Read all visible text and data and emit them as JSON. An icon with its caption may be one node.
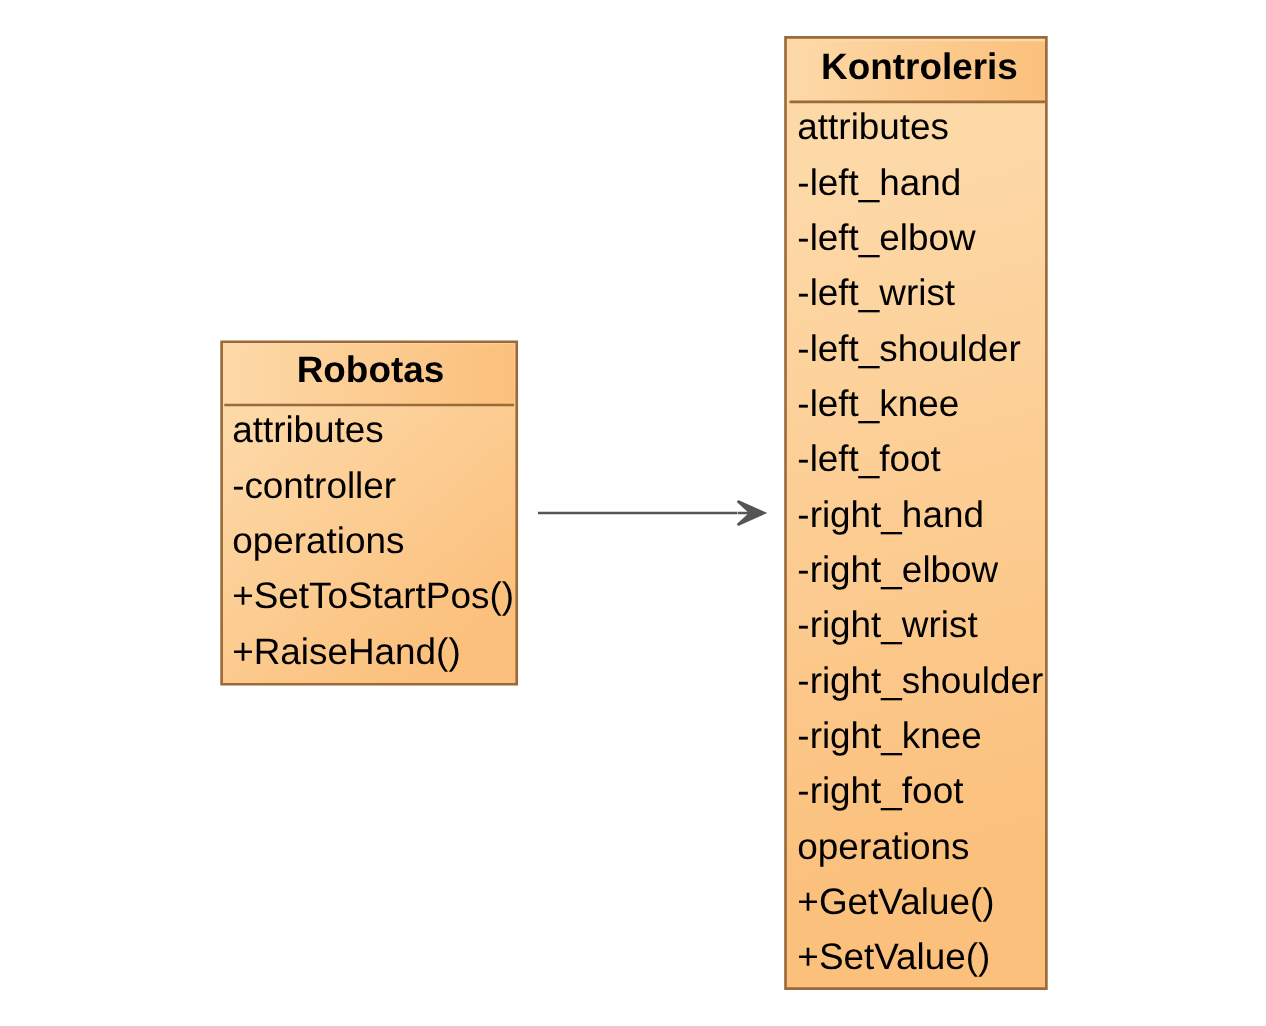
{
  "diagram": {
    "nodes": [
      {
        "text": [
          "Robotas",
          "attributes",
          "-controller",
          "operations",
          "+SetToStartPos()",
          "+RaiseHand()"
        ]
      },
      {
        "text": [
          "Kontroleris",
          "attributes",
          "-left_hand",
          "-left_elbow",
          "-left_wrist",
          "-left_shoulder",
          "-left_knee",
          "-left_foot",
          "-right_hand",
          "-right_elbow",
          "-right_wrist",
          "-right_shoulder",
          "-right_knee",
          "-right_foot",
          "operations",
          "+GetValue()",
          "+SetValue()"
        ]
      }
    ],
    "edges": [
      {
        "from": 0,
        "to": 1,
        "arrow": "to"
      }
    ]
  }
}
